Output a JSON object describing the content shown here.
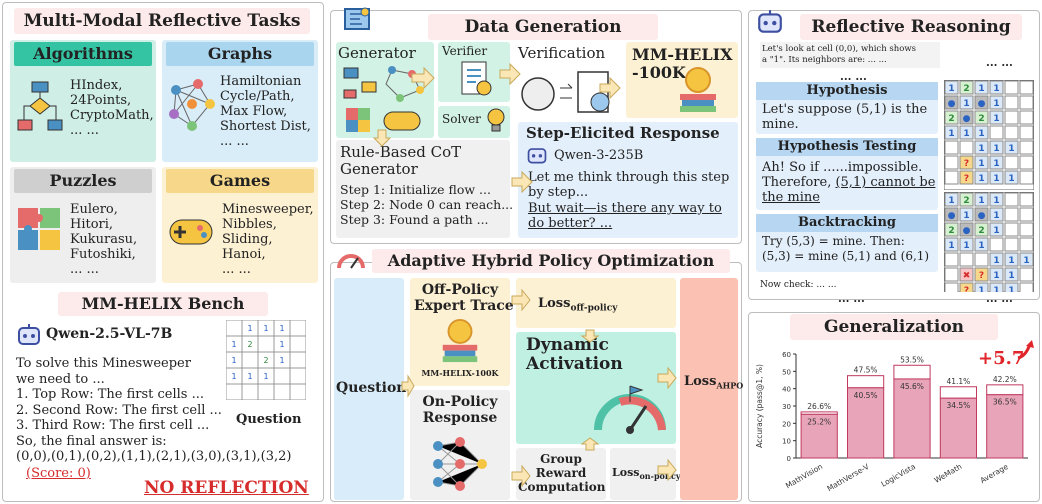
{
  "left": {
    "title": "Multi-Modal Reflective Tasks",
    "algorithms": {
      "title": "Algorithms",
      "items": "HIndex,\n24Points,\nCryptoMath,\n... ..."
    },
    "graphs": {
      "title": "Graphs",
      "items": "Hamiltonian\nCycle/Path,\nMax Flow,\nShortest Dist,\n... ..."
    },
    "puzzles": {
      "title": "Puzzles",
      "items": "Eulero,\nHitori,\nKukurasu,\nFutoshiki,\n... ..."
    },
    "games": {
      "title": "Games",
      "items": "Minesweeper,\nNibbles,\nSliding,\nHanoi,\n... ..."
    },
    "bench": {
      "title": "MM-HELIX Bench",
      "model": "Qwen-2.5-VL-7B",
      "text": "To solve this Minesweeper\nwe need to ...\n1. Top Row: The first cells ...\n2. Second Row: The first cell ...\n3. Third Row: The first cell ...\nSo, the final answer is:\n(0,0),(0,1),(0,2),(1,1),(2,1),(3,0),(3,1),(3,2)",
      "score": "(Score: 0)",
      "question": "Question",
      "no_reflection": "NO REFLECTION"
    }
  },
  "mid": {
    "title": "Data Generation",
    "generator": "Generator",
    "verifier": "Verifier",
    "verification": "Verification",
    "solver": "Solver",
    "mmhelix": "MM-HELIX\n-100K",
    "rule_cot": "Rule-Based CoT\nGenerator",
    "steps": "Step 1: Initialize flow ...\nStep 2: Node 0 can reach...\nStep 3: Found a path ...",
    "step_title": "Step-Elicited Response",
    "qwen3": "Qwen-3-235B",
    "step_text": "Let me think through this step\nby step...",
    "step_wait": "But wait—is there any way to\ndo better? ...",
    "ahpo_title": "Adaptive Hybrid Policy Optimization",
    "question": "Question",
    "offpolicy": "Off-Policy\nExpert Trace",
    "mm100k": "MM-HELIX-100K",
    "loss_off": "Loss",
    "loss_off_sub": "off-policy",
    "dynamic": "Dynamic\nActivation",
    "onpolicy": "On-Policy\nResponse",
    "group": "Group\nReward\nComputation",
    "loss_on": "Loss",
    "loss_on_sub": "on-policy",
    "loss_ahpo": "Loss",
    "loss_ahpo_sub": "AHPO"
  },
  "right": {
    "title": "Reflective Reasoning",
    "intro": "Let's look at cell (0,0), which shows\na \"1\". Its neighbors are: ... ...",
    "dots": "... ...",
    "hyp_title": "Hypothesis",
    "hyp_text": "Let's suppose (5,1) is the\nmine.",
    "test_title": "Hypothesis Testing",
    "test_text1": "Ah! So if ......impossible.\nTherefore, ",
    "test_text2": "(5,1) cannot be\nthe mine",
    "back_title": "Backtracking",
    "back_text": "Try (5,3) = mine. Then:\n(5,3) = mine (5,1) and (6,1)",
    "now": "Now check: ... ...",
    "gen_title": "Generalization",
    "improve": "+5.7"
  },
  "chart_data": {
    "type": "bar",
    "ylabel": "Accuracy (pass@1, %)",
    "ylim": [
      0,
      60
    ],
    "yticks": [
      0,
      10,
      20,
      30,
      40,
      50,
      60
    ],
    "categories": [
      "MathVision",
      "MathVerse-V",
      "LogicVista",
      "WeMath",
      "Average"
    ],
    "series": [
      {
        "values": [
          25.2,
          40.5,
          45.6,
          34.5,
          36.5
        ]
      },
      {
        "values": [
          26.6,
          47.5,
          53.5,
          41.1,
          42.2
        ]
      }
    ],
    "colors": {
      "base": "#e8a5b9",
      "improved": "#ffffff",
      "edge": "#c0395f"
    }
  }
}
